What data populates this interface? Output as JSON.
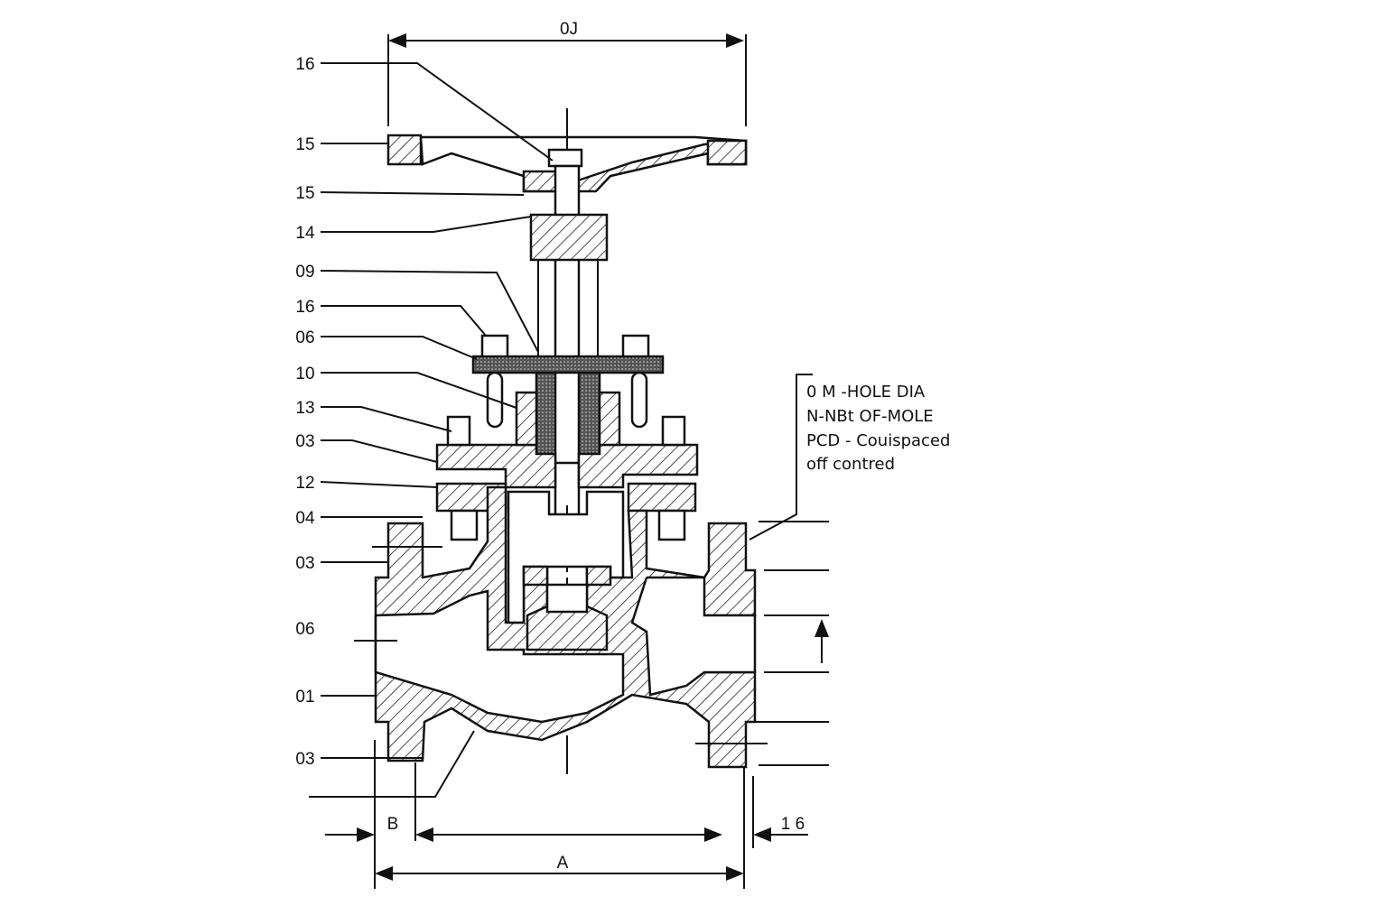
{
  "diagram": {
    "title": "Globe valve sectional drawing",
    "part_labels": [
      "16",
      "15",
      "15",
      "14",
      "09",
      "16",
      "06",
      "10",
      "13",
      "03",
      "12",
      "04",
      "03",
      "06",
      "01",
      "03"
    ],
    "dimensions": {
      "handwheel_diameter": "0J",
      "face_width": "B",
      "overall_length": "A",
      "flange_thickness": "1 6"
    },
    "flange_note": [
      "0 M -HOLE DIA",
      "N-NBt OF-MOLE",
      "PCD - Couispaced",
      "off contred"
    ]
  }
}
